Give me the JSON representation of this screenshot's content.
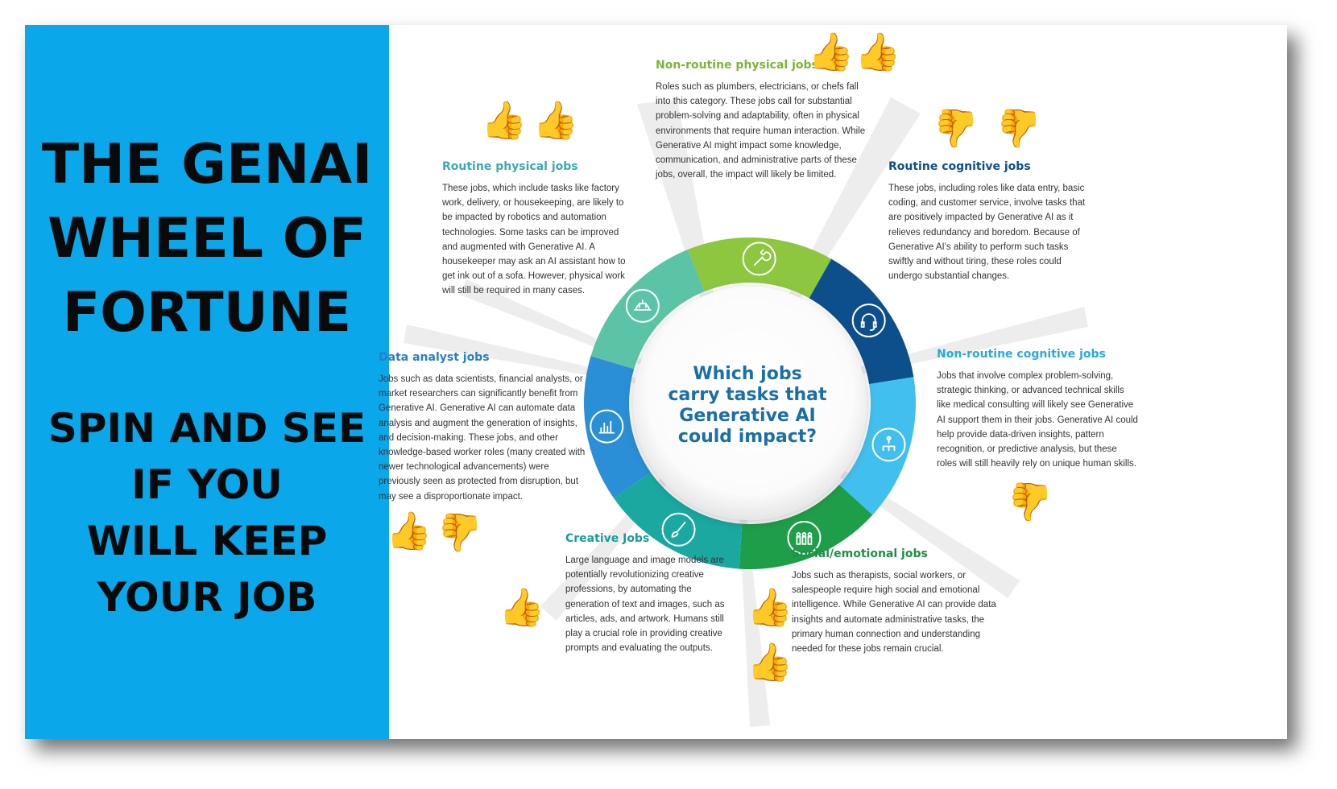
{
  "title": {
    "headline_lines": [
      "THE GENAI",
      "WHEEL OF",
      "FORTUNE"
    ],
    "subline_lines": [
      "SPIN AND SEE",
      "IF YOU",
      "WILL KEEP",
      "YOUR JOB"
    ]
  },
  "wheel": {
    "center_question": "Which jobs carry tasks that Generative AI could impact?"
  },
  "sections": {
    "non_routine_physical": {
      "heading": "Non-routine physical jobs",
      "body": "Roles such as plumbers, electricians, or chefs fall into this category. These jobs call for substantial problem-solving and adaptability, often in physical environments that require human interaction. While Generative AI might impact some knowledge, communication, and administrative parts of these jobs, overall, the impact will likely be limited.",
      "icon": "wrench-icon",
      "color": "#8dc63f",
      "reaction": [
        "thumbs-up",
        "thumbs-up"
      ]
    },
    "routine_cognitive": {
      "heading": "Routine cognitive jobs",
      "body": "These jobs, including roles like data entry, basic coding, and customer service, involve tasks that are positively impacted by Generative AI as it relieves redundancy and boredom. Because of Generative AI's ability to perform such tasks swiftly and without tiring, these roles could undergo substantial changes.",
      "icon": "headset-icon",
      "color": "#0d4f8b",
      "reaction": [
        "thumbs-down",
        "thumbs-down"
      ]
    },
    "non_routine_cognitive": {
      "heading": "Non-routine cognitive jobs",
      "body": "Jobs that involve complex problem-solving, strategic thinking, or advanced technical skills like medical consulting will likely see Generative AI support them in their jobs. Generative AI could help provide data-driven insights, pattern recognition, or predictive analysis, but these roles will still heavily rely on unique human skills.",
      "icon": "network-icon",
      "color": "#41c0f0",
      "reaction": [
        "thumbs-down"
      ]
    },
    "social_emotional": {
      "heading": "Social/emotional jobs",
      "body": "Jobs such as therapists, social workers, or salespeople require high social and emotional intelligence. While Generative AI can provide data insights and automate administrative tasks, the primary human connection and understanding needed for these jobs remain crucial.",
      "icon": "people-icon",
      "color": "#1f9e4a",
      "reaction": [
        "thumbs-up",
        "thumbs-up"
      ]
    },
    "creative": {
      "heading": "Creative Jobs",
      "body": "Large language and image models are potentially revolutionizing creative professions, by automating the generation of text and images, such as articles, ads, and artwork. Humans still play a crucial role in providing creative prompts and evaluating the outputs.",
      "icon": "paintbrush-icon",
      "color": "#1aa8a0",
      "reaction": [
        "thumbs-up"
      ]
    },
    "data_analyst": {
      "heading": "Data analyst jobs",
      "body": "Jobs such as data scientists, financial analysts, or market researchers can significantly benefit from Generative AI. Generative AI can automate data analysis and augment the generation of insights, and decision-making. These jobs, and other knowledge-based worker roles (many created with newer technological advancements) were previously seen as protected from disruption, but may see a disproportionate impact.",
      "icon": "bar-chart-icon",
      "color": "#2a8fd6",
      "reaction": [
        "thumbs-up",
        "thumbs-down"
      ]
    },
    "routine_physical": {
      "heading": "Routine physical jobs",
      "body": "These jobs, which include tasks like factory work, delivery, or housekeeping, are likely to be impacted by robotics and automation technologies. Some tasks can be improved and augmented with Generative AI. A housekeeper may ask an AI assistant how to get ink out of a sofa. However, physical work will still be required in many cases.",
      "icon": "hard-hat-icon",
      "color": "#5cc4a6",
      "reaction": [
        "thumbs-up",
        "thumbs-up"
      ]
    }
  },
  "colors": {
    "left_panel": "#0aa7ea",
    "headline_text": "#0a0a0a",
    "center_text": "#1a6fa8"
  }
}
